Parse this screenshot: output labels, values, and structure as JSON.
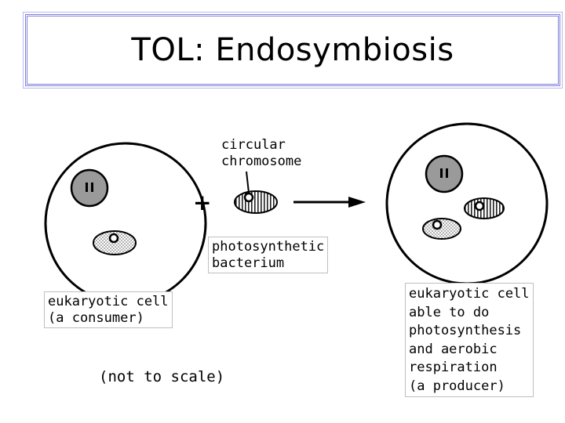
{
  "title": "TOL: Endosymbiosis",
  "labels": {
    "circular_chromosome": "circular\nchromosome",
    "photosynthetic_bacterium": "photosynthetic\nbacterium",
    "eukaryotic_consumer": "eukaryotic cell\n(a consumer)",
    "not_to_scale": "(not to scale)",
    "eukaryotic_producer": "eukaryotic cell\nable to do\nphotosynthesis\nand aerobic\nrespiration\n(a producer)",
    "plus_sign": "+"
  }
}
